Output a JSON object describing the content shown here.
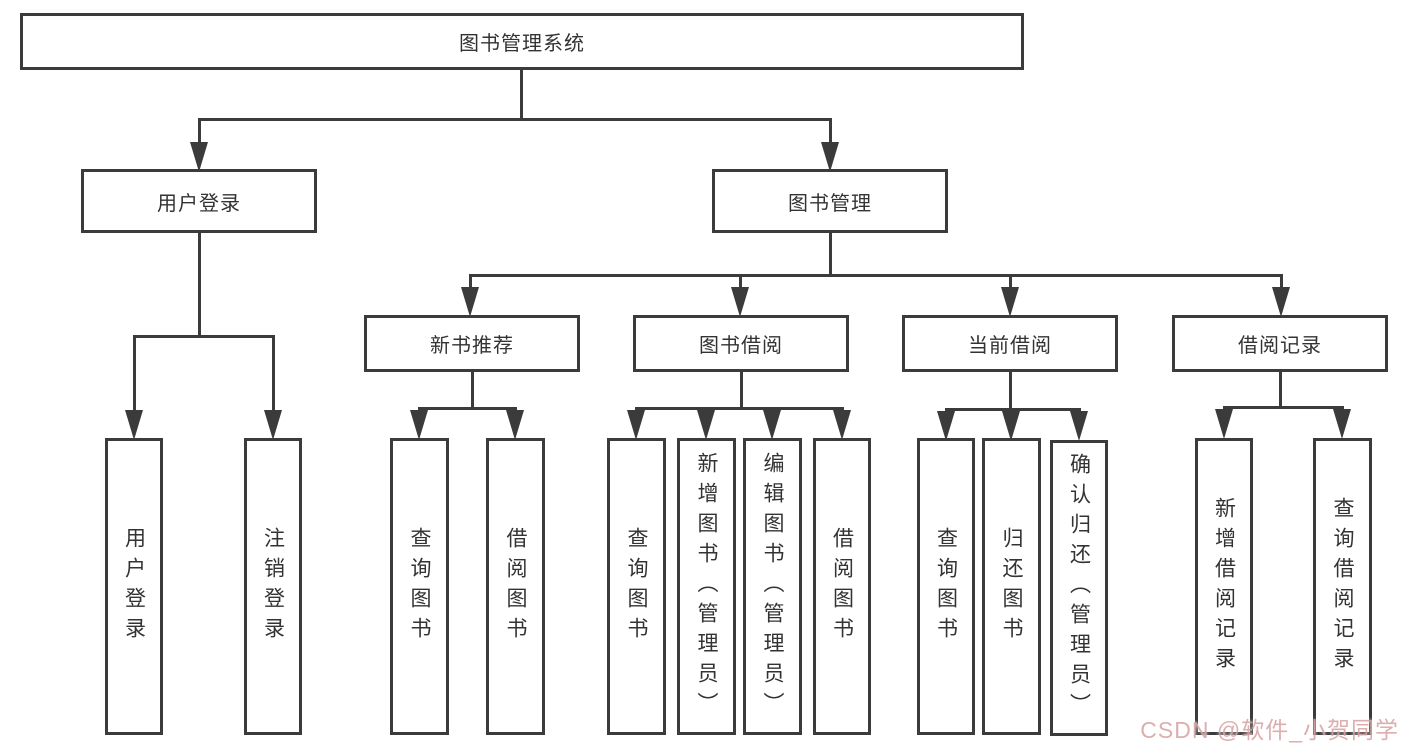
{
  "nodes": {
    "root": "图书管理系统",
    "user_login": "用户登录",
    "book_mgmt": "图书管理",
    "new_book_rec": "新书推荐",
    "book_borrow": "图书借阅",
    "current_borrow": "当前借阅",
    "borrow_records": "借阅记录",
    "ul_login": "用户登录",
    "ul_logout": "注销登录",
    "nbr_query": "查询图书",
    "nbr_borrow": "借阅图书",
    "bb_query": "查询图书",
    "bb_add": "新增图书（管理员）",
    "bb_edit": "编辑图书（管理员）",
    "bb_borrow": "借阅图书",
    "cb_query": "查询图书",
    "cb_return": "归还图书",
    "cb_confirm": "确认归还（管理员）",
    "br_add": "新增借阅记录",
    "br_query": "查询借阅记录"
  },
  "watermark": "CSDN @软件_小贺同学",
  "colors": {
    "line": "#3b3b3b",
    "text": "#333333",
    "background": "#ffffff",
    "watermark": "#d6a0a0"
  }
}
